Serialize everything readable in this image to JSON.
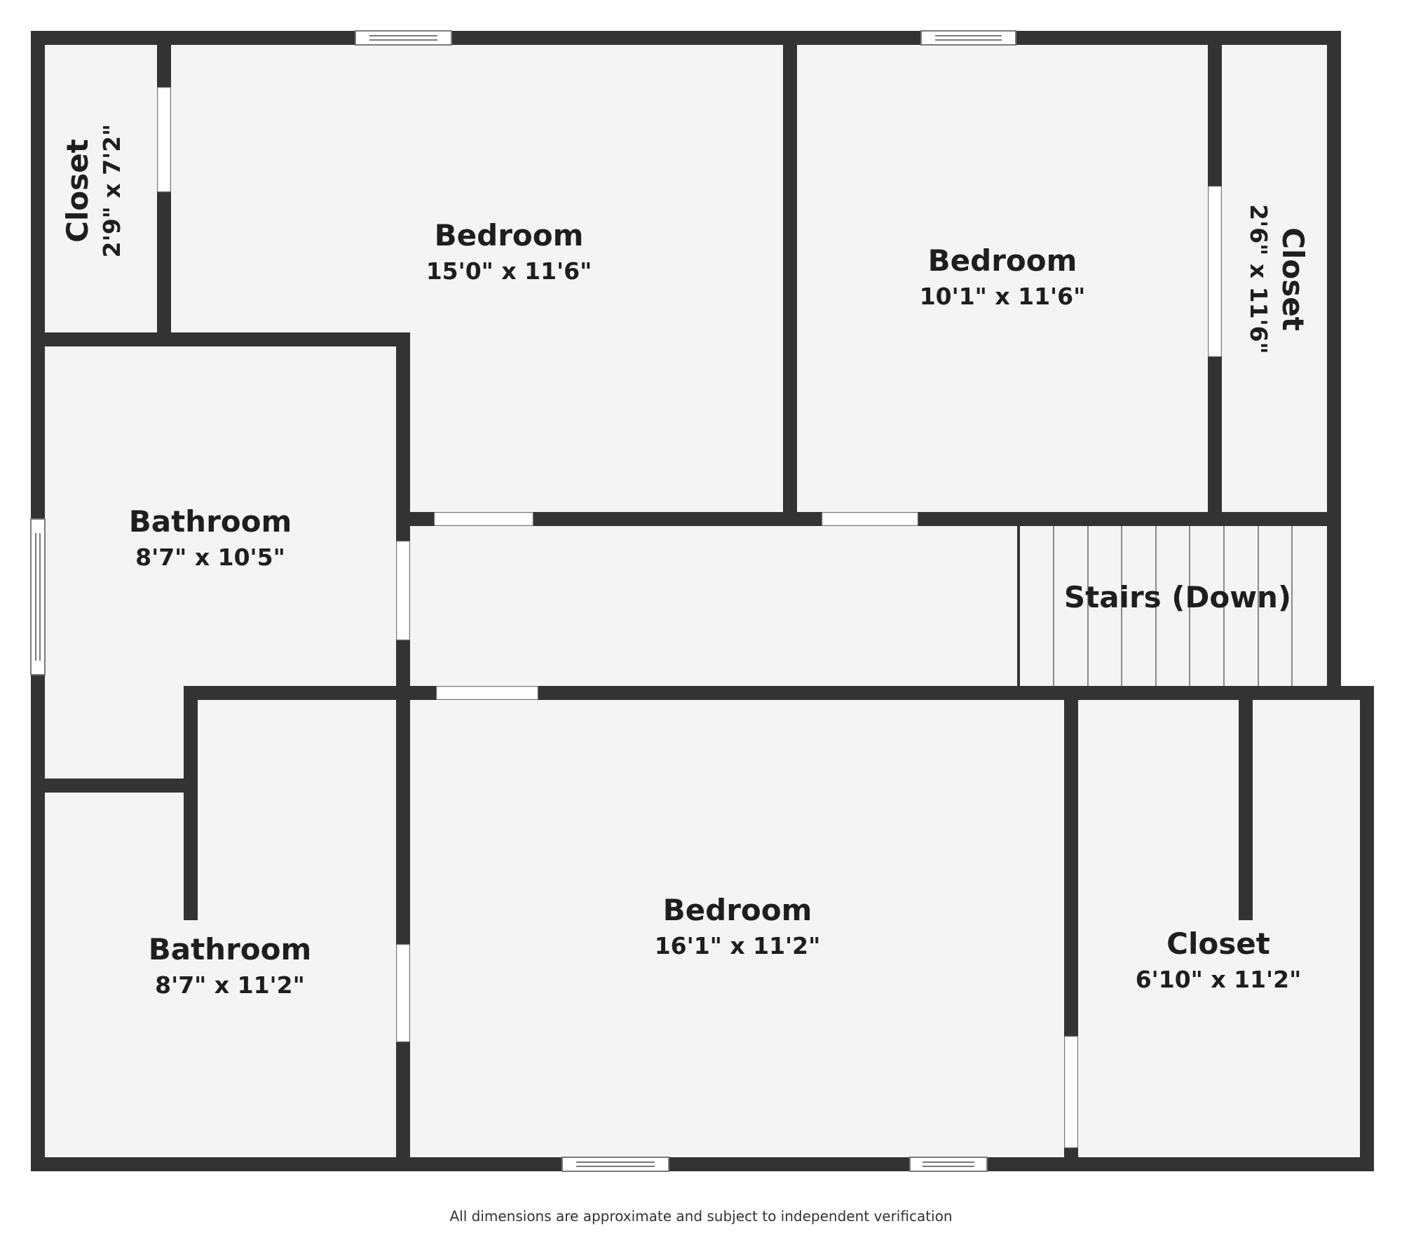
{
  "colors": {
    "wall": "#333333",
    "floor": "#f4f4f4",
    "opening": "#ffffff",
    "background": "#ffffff",
    "text": "#1e1e1e"
  },
  "rooms": {
    "closet_top_left": {
      "name": "Closet",
      "dims": "2'9\" x 7'2\""
    },
    "bedroom_top_left": {
      "name": "Bedroom",
      "dims": "15'0\" x 11'6\""
    },
    "bedroom_top_right": {
      "name": "Bedroom",
      "dims": "10'1\" x 11'6\""
    },
    "closet_top_right": {
      "name": "Closet",
      "dims": "2'6\" x 11'6\""
    },
    "bathroom_upper": {
      "name": "Bathroom",
      "dims": "8'7\" x 10'5\""
    },
    "stairs": {
      "name": "Stairs (Down)",
      "dims": ""
    },
    "bathroom_lower": {
      "name": "Bathroom",
      "dims": "8'7\" x 11'2\""
    },
    "bedroom_bottom": {
      "name": "Bedroom",
      "dims": "16'1\" x 11'2\""
    },
    "closet_bottom_right": {
      "name": "Closet",
      "dims": "6'10\" x 11'2\""
    }
  },
  "disclaimer": "All dimensions are approximate and subject to independent verification"
}
